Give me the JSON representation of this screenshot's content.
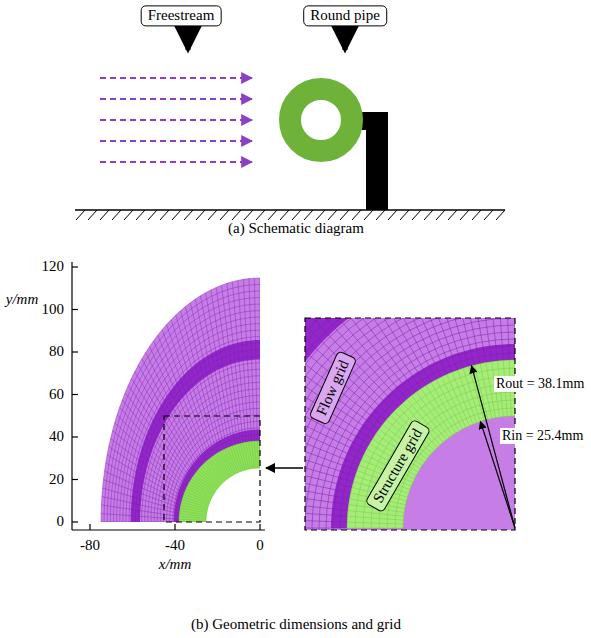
{
  "diagram": {
    "nodes": [
      {
        "text": [
          "Freestream"
        ]
      },
      {
        "text": [
          "Round pipe"
        ]
      },
      {
        "text": [
          "Flow grid"
        ]
      },
      {
        "text": [
          "Structure grid"
        ]
      }
    ],
    "labels": [
      "(a) Schematic diagram",
      "120",
      "100",
      "80",
      "60",
      "40",
      "20",
      "0",
      "y/mm",
      "-80",
      "-40",
      "0",
      "x/mm",
      "Rout = 38.1mm",
      "Rin = 25.4mm",
      "(b) Geometric dimensions and grid"
    ]
  }
}
